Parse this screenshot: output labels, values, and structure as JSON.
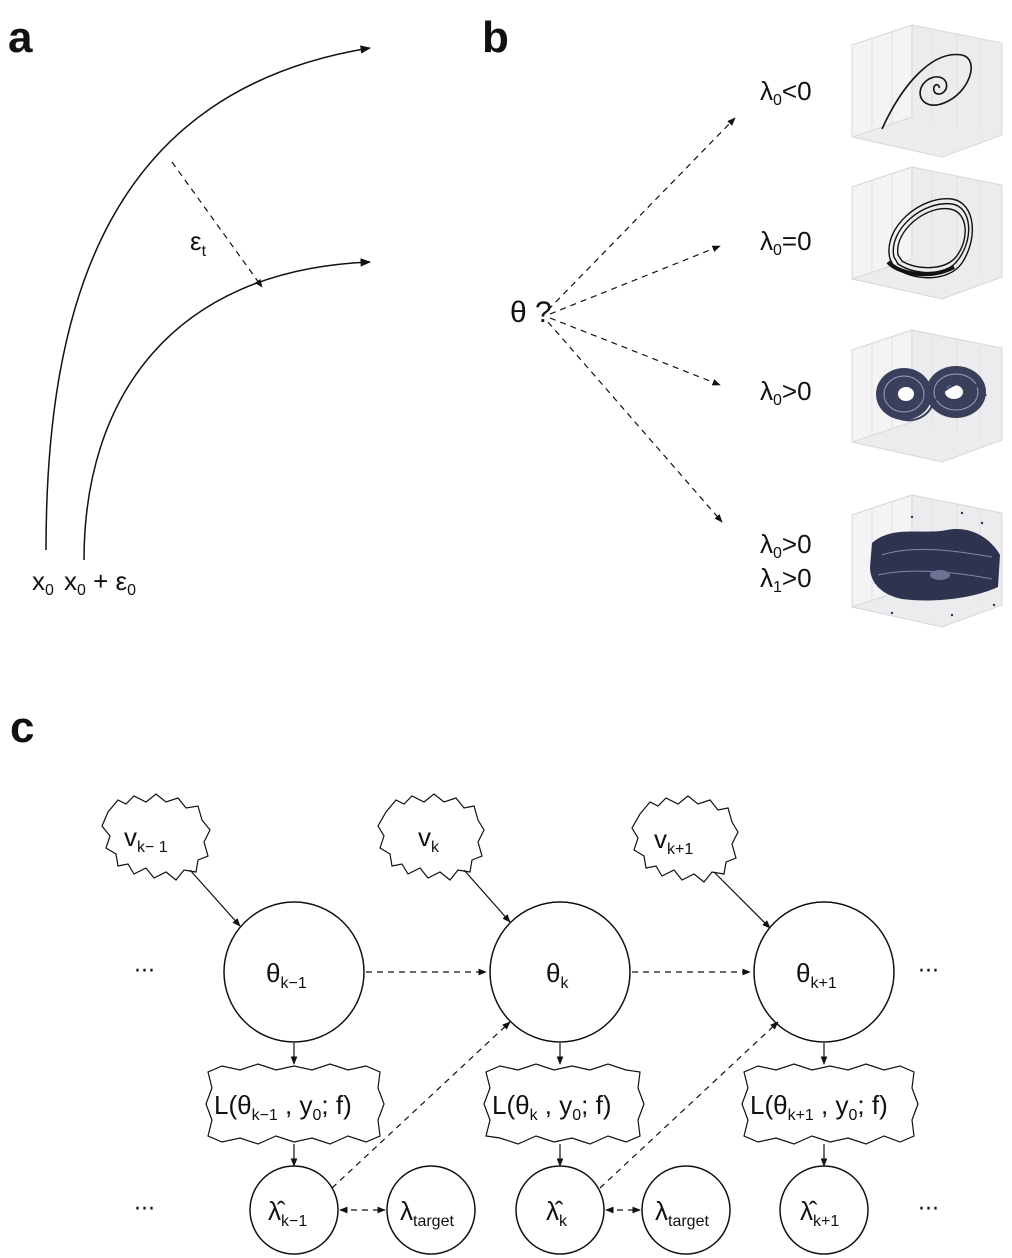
{
  "panels": {
    "a": "a",
    "b": "b",
    "c": "c"
  },
  "panel_a": {
    "epsilon_t": "ε",
    "epsilon_t_sub": "t",
    "x0": "x",
    "x0_sub": "0",
    "x0_eps_prefix": "x",
    "x0_eps_sub": "0",
    "x0_eps_suffix": " + ε",
    "x0_eps_suffix_sub": "0"
  },
  "panel_b": {
    "theta": "θ ?",
    "cases": [
      {
        "lambda": "λ",
        "sub": "0",
        "rel": "<0"
      },
      {
        "lambda": "λ",
        "sub": "0",
        "rel": "=0"
      },
      {
        "lambda": "λ",
        "sub": "0",
        "rel": ">0"
      },
      {
        "lambda": "λ",
        "sub": "0",
        "rel": ">0"
      },
      {
        "lambda": "λ",
        "sub": "1",
        "rel": ">0"
      }
    ]
  },
  "panel_c": {
    "ellipsis": "···",
    "noise": [
      {
        "main": "v",
        "sub": "k− 1"
      },
      {
        "main": "v",
        "sub": "k"
      },
      {
        "main": "v",
        "sub": "k+1"
      }
    ],
    "theta_nodes": [
      {
        "main": "θ",
        "sub": "k−1"
      },
      {
        "main": "θ",
        "sub": "k"
      },
      {
        "main": "θ",
        "sub": "k+1"
      }
    ],
    "loss_boxes": [
      {
        "prefix": "L(θ",
        "sub": "k−1",
        "suffix": " , y",
        "sub2": "0",
        "end": "; f)"
      },
      {
        "prefix": "L(θ",
        "sub": "k",
        "suffix": " , y",
        "sub2": "0",
        "end": "; f)"
      },
      {
        "prefix": "L(θ",
        "sub": "k+1",
        "suffix": " , y",
        "sub2": "0",
        "end": "; f)"
      }
    ],
    "lambda_hat_nodes": [
      {
        "main": "λ̂",
        "sub": "k−1"
      },
      {
        "main": "λ̂",
        "sub": "k"
      },
      {
        "main": "λ̂",
        "sub": "k+1"
      }
    ],
    "target_nodes": [
      {
        "main": "λ",
        "sub": "target"
      },
      {
        "main": "λ",
        "sub": "target"
      }
    ]
  }
}
